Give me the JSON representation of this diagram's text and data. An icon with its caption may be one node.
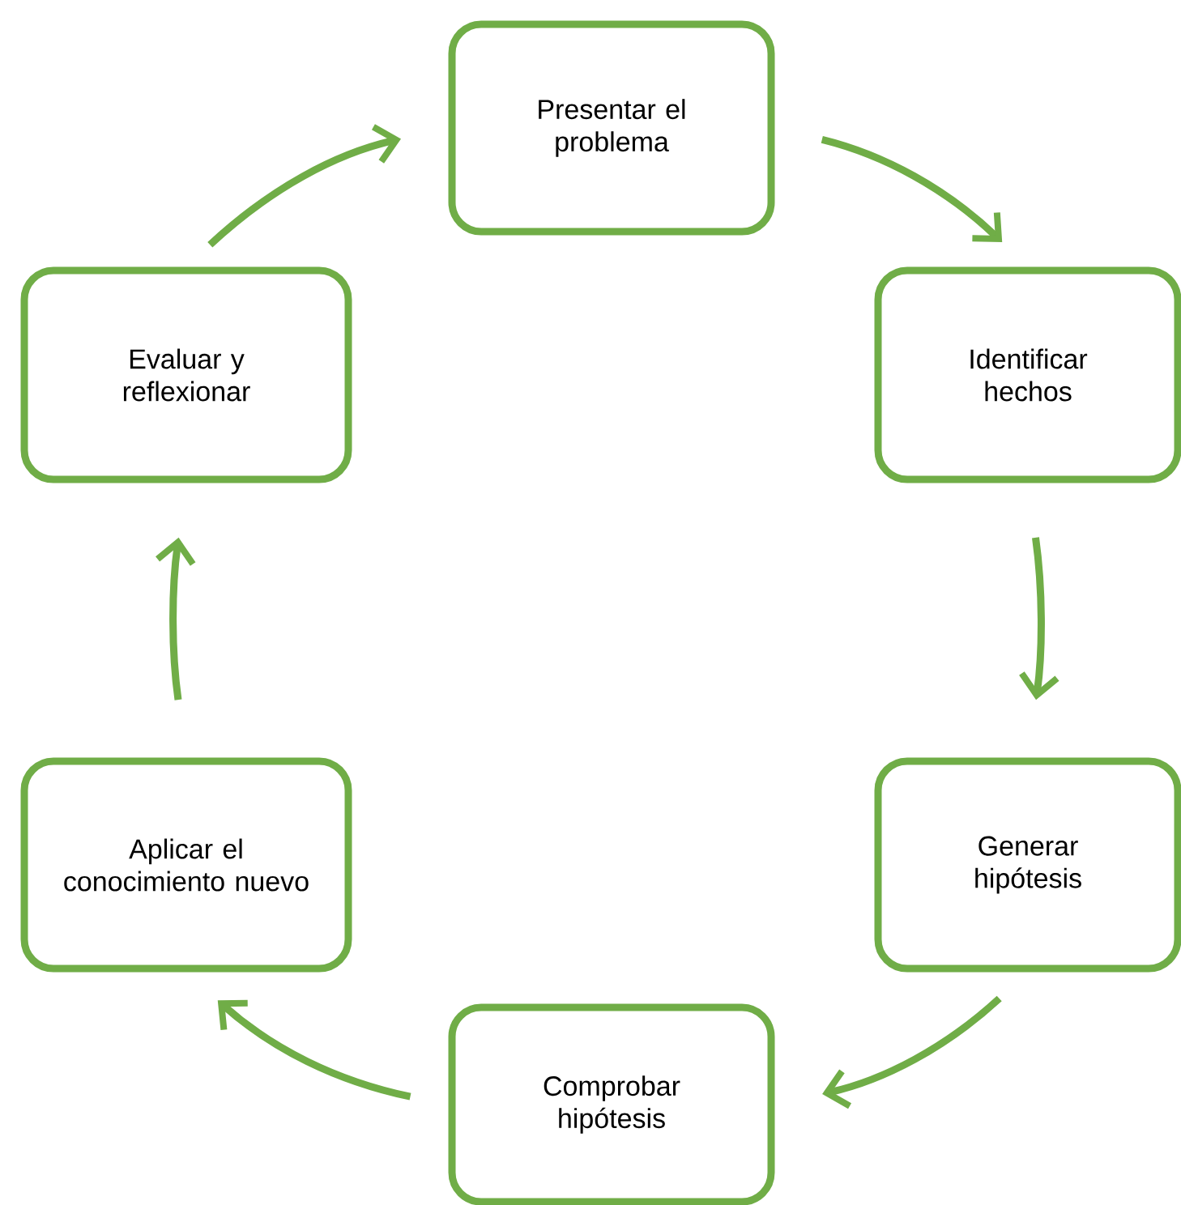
{
  "diagram": {
    "nodes": [
      {
        "text": [
          "Presentar el problema"
        ]
      },
      {
        "text": [
          "Identificar hechos"
        ]
      },
      {
        "text": [
          "Generar hipótesis"
        ]
      },
      {
        "text": [
          "Comprobar hipótesis"
        ]
      },
      {
        "text": [
          "Aplicar el conocimiento nuevo"
        ]
      },
      {
        "text": [
          "Evaluar y reflexionar"
        ]
      }
    ],
    "edges": [
      {
        "from": 0,
        "to": 1,
        "arrow": "to"
      },
      {
        "from": 1,
        "to": 2,
        "arrow": "to"
      },
      {
        "from": 2,
        "to": 3,
        "arrow": "to"
      },
      {
        "from": 3,
        "to": 4,
        "arrow": "to"
      },
      {
        "from": 4,
        "to": 5,
        "arrow": "to"
      },
      {
        "from": 5,
        "to": 0,
        "arrow": "to"
      }
    ]
  }
}
